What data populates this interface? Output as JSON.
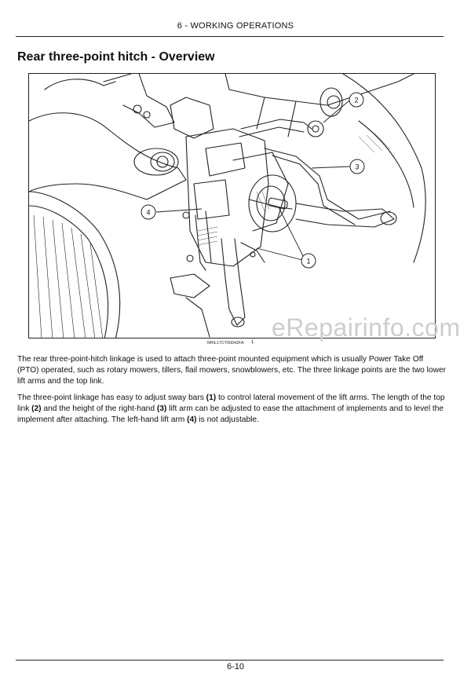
{
  "header": {
    "section_title": "6 - WORKING OPERATIONS"
  },
  "page_title": "Rear three-point hitch - Overview",
  "figure": {
    "callouts": [
      "1",
      "2",
      "3",
      "4"
    ],
    "figure_id": "NHIL17CT00042FA",
    "figure_number": "1"
  },
  "watermark": "eRepairinfo.com",
  "body": {
    "paragraph_1": "The rear three-point-hitch linkage is used to attach three-point mounted equipment which is usually Power Take Off (PTO) operated, such as rotary mowers, tillers, flail mowers, snowblowers, etc. The three linkage points are the two lower lift arms and the top link.",
    "paragraph_2": {
      "s1": "The three-point linkage has easy to adjust sway bars ",
      "ref1": "(1)",
      "s2": " to control lateral movement of the lift arms.  The length of the top link ",
      "ref2": "(2)",
      "s3": " and the height of the right-hand ",
      "ref3": "(3)",
      "s4": " lift arm can be adjusted to ease the attachment of implements and to level the implement after attaching.  The left-hand lift arm ",
      "ref4": "(4)",
      "s5": " is not adjustable."
    }
  },
  "footer": {
    "page_number": "6-10"
  }
}
